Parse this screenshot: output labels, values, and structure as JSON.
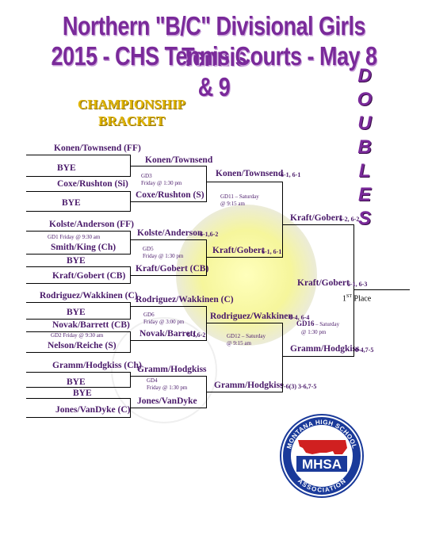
{
  "header": {
    "title_line1": "Northern \"B/C\" Divisional Girls Tennis",
    "title_line2": "2015 - CHS Tennis Courts - May 8 & 9",
    "side_letters": [
      "D",
      "O",
      "U",
      "B",
      "L",
      "E",
      "S"
    ],
    "championship": "CHAMPIONSHIP",
    "bracket": "BRACKET"
  },
  "round1": [
    {
      "team": "Konen/Townsend (FF)"
    },
    {
      "team": "BYE"
    },
    {
      "team": "Coxe/Rushton (Si)"
    },
    {
      "team": "BYE"
    },
    {
      "team": "Kolste/Anderson (FF)"
    },
    {
      "team": "Smith/King (Ch)"
    },
    {
      "team": "BYE"
    },
    {
      "team": "Kraft/Gobert (CB)"
    },
    {
      "team": "Rodriguez/Wakkinen (C)"
    },
    {
      "team": "BYE"
    },
    {
      "team": "Novak/Barrett (CB)"
    },
    {
      "team": "Nelson/Reiche (S)"
    },
    {
      "team": "Gramm/Hodgkiss (Ch)"
    },
    {
      "team": "BYE"
    },
    {
      "team": "BYE"
    },
    {
      "team": "Jones/VanDyke (C)"
    }
  ],
  "round1_games": {
    "gd1": "GD1 Friday @ 9:30 am",
    "gd2": "GD2 Friday @ 9:30 am"
  },
  "round2": [
    {
      "team": "Konen/Townsend",
      "score": ""
    },
    {
      "team": "Coxe/Rushton (S)",
      "score": ""
    },
    {
      "team": "Kolste/Anderson",
      "score": "6-1,6-2"
    },
    {
      "team": "Kraft/Gobert (CB)",
      "score": ""
    },
    {
      "team": "Rodriguez/Wakkinen (C)",
      "score": ""
    },
    {
      "team": "Novak/Barrett",
      "score": "6-1,6-2"
    },
    {
      "team": "Gramm/Hodgkiss",
      "score": ""
    },
    {
      "team": "Jones/VanDyke",
      "score": ""
    }
  ],
  "round2_games": [
    {
      "code": "GD3",
      "when": "Friday @ 1:30 pm"
    },
    {
      "code": "GD5",
      "when": "Friday @ 1:30 pm"
    },
    {
      "code": "GD6",
      "when": "Friday @ 3:00 pm"
    },
    {
      "code": "GD4",
      "when": "Friday @ 1:30 pm"
    }
  ],
  "round3": [
    {
      "team": "Konen/Townsend",
      "score": "6-1, 6-1"
    },
    {
      "team": "Kraft/Gobert",
      "score": "6-1, 6-1"
    },
    {
      "team": "Rodriguez/Wakkinen",
      "score": "6-4, 6-4"
    },
    {
      "team": "Gramm/Hodgkiss",
      "score": "7-6(3) 3-6,7-5"
    }
  ],
  "round3_games": [
    {
      "code": "GD11 – Saturday",
      "when": "@ 9:15 am"
    },
    {
      "code": "GD12 – Saturday",
      "when": "@ 9:15 am"
    }
  ],
  "semis": [
    {
      "team": "Kraft/Gobert",
      "score": "6-2, 6-2"
    },
    {
      "team": "Gramm/Hodgkiss",
      "score": "6-4,7-5"
    }
  ],
  "final_game": {
    "code": "GD16",
    "day": "– Saturday",
    "when": "@ 1:30 pm"
  },
  "champion": {
    "team": "Kraft/Gobert",
    "score": "6-1, 6-3",
    "place_num": "1",
    "place_sup": "ST",
    "place_label": "Place"
  },
  "logo": {
    "top_text": "MONTANA HIGH SCHOOL",
    "center": "MHSA",
    "bottom_text": "ASSOCIATION",
    "ring_color": "#1a3a9a",
    "state_color": "#d02020"
  }
}
